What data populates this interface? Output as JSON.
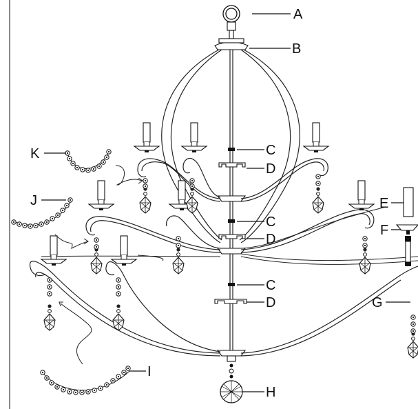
{
  "diagram": {
    "labels": [
      {
        "id": "A",
        "text": "A"
      },
      {
        "id": "B",
        "text": "B"
      },
      {
        "id": "C1",
        "text": "C"
      },
      {
        "id": "D1",
        "text": "D"
      },
      {
        "id": "C2",
        "text": "C"
      },
      {
        "id": "D2",
        "text": "D"
      },
      {
        "id": "C3",
        "text": "C"
      },
      {
        "id": "D3",
        "text": "D"
      },
      {
        "id": "E",
        "text": "E"
      },
      {
        "id": "F",
        "text": "F"
      },
      {
        "id": "G",
        "text": "G"
      },
      {
        "id": "H",
        "text": "H"
      },
      {
        "id": "I",
        "text": "I"
      },
      {
        "id": "J",
        "text": "J"
      },
      {
        "id": "K",
        "text": "K"
      }
    ]
  }
}
